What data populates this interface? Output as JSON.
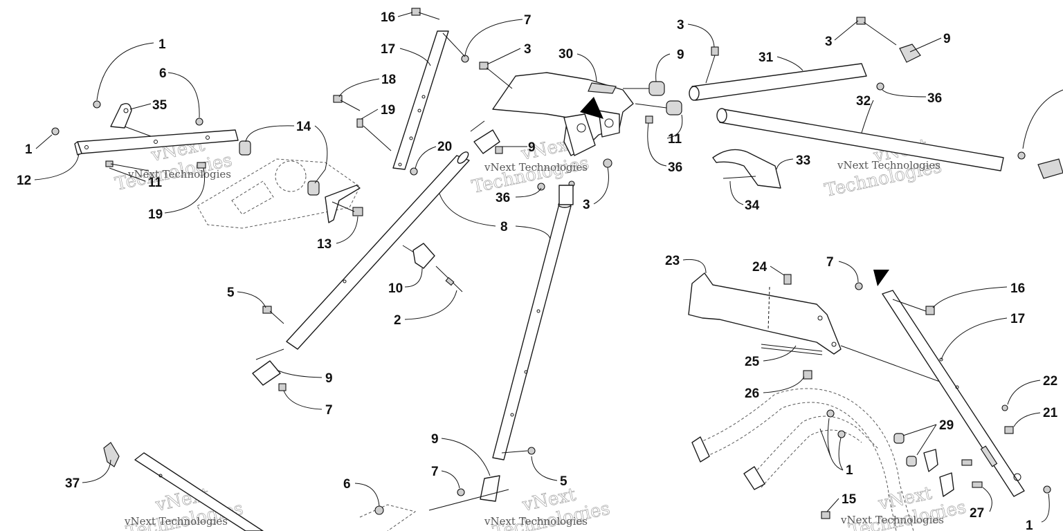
{
  "watermark": {
    "line1": "vNext",
    "line2": "Technologies",
    "caption": "vNext Technologies"
  },
  "callouts": [
    {
      "id": "c-1-a",
      "label": "1"
    },
    {
      "id": "c-6-a",
      "label": "6"
    },
    {
      "id": "c-35",
      "label": "35"
    },
    {
      "id": "c-1-b",
      "label": "1"
    },
    {
      "id": "c-12",
      "label": "12"
    },
    {
      "id": "c-11-a",
      "label": "11"
    },
    {
      "id": "c-14",
      "label": "14"
    },
    {
      "id": "c-19-a",
      "label": "19"
    },
    {
      "id": "c-13",
      "label": "13"
    },
    {
      "id": "c-16-a",
      "label": "16"
    },
    {
      "id": "c-7-a",
      "label": "7"
    },
    {
      "id": "c-17-a",
      "label": "17"
    },
    {
      "id": "c-3-a",
      "label": "3"
    },
    {
      "id": "c-18",
      "label": "18"
    },
    {
      "id": "c-19-b",
      "label": "19"
    },
    {
      "id": "c-20",
      "label": "20"
    },
    {
      "id": "c-30",
      "label": "30"
    },
    {
      "id": "c-9-a",
      "label": "9"
    },
    {
      "id": "c-36-a",
      "label": "36"
    },
    {
      "id": "c-3-b",
      "label": "3"
    },
    {
      "id": "c-8",
      "label": "8"
    },
    {
      "id": "c-10",
      "label": "10"
    },
    {
      "id": "c-2",
      "label": "2"
    },
    {
      "id": "c-5-a",
      "label": "5"
    },
    {
      "id": "c-9-b",
      "label": "9"
    },
    {
      "id": "c-7-b",
      "label": "7"
    },
    {
      "id": "c-9-c",
      "label": "9"
    },
    {
      "id": "c-7-c",
      "label": "7"
    },
    {
      "id": "c-5-b",
      "label": "5"
    },
    {
      "id": "c-6-b",
      "label": "6"
    },
    {
      "id": "c-37",
      "label": "37"
    },
    {
      "id": "c-3-c",
      "label": "3"
    },
    {
      "id": "c-9-d",
      "label": "9"
    },
    {
      "id": "c-11-b",
      "label": "11"
    },
    {
      "id": "c-36-b",
      "label": "36"
    },
    {
      "id": "c-31",
      "label": "31"
    },
    {
      "id": "c-3-d",
      "label": "3"
    },
    {
      "id": "c-9-e",
      "label": "9"
    },
    {
      "id": "c-36-c",
      "label": "36"
    },
    {
      "id": "c-32",
      "label": "32"
    },
    {
      "id": "c-33",
      "label": "33"
    },
    {
      "id": "c-34",
      "label": "34"
    },
    {
      "id": "c-23",
      "label": "23"
    },
    {
      "id": "c-24",
      "label": "24"
    },
    {
      "id": "c-25",
      "label": "25"
    },
    {
      "id": "c-26",
      "label": "26"
    },
    {
      "id": "c-7-d",
      "label": "7"
    },
    {
      "id": "c-16-b",
      "label": "16"
    },
    {
      "id": "c-17-b",
      "label": "17"
    },
    {
      "id": "c-22",
      "label": "22"
    },
    {
      "id": "c-21",
      "label": "21"
    },
    {
      "id": "c-29",
      "label": "29"
    },
    {
      "id": "c-1-c",
      "label": "1"
    },
    {
      "id": "c-27",
      "label": "27"
    },
    {
      "id": "c-15",
      "label": "15"
    },
    {
      "id": "c-1-d",
      "label": "1"
    }
  ]
}
